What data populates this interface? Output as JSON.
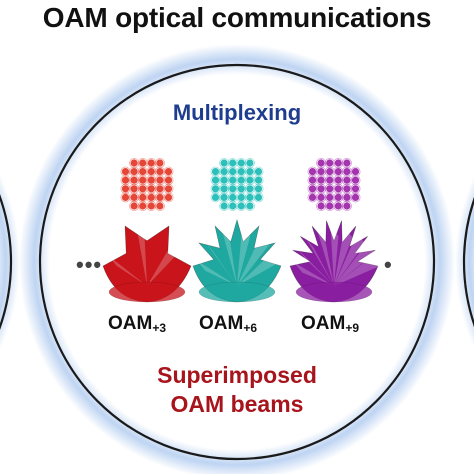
{
  "header": {
    "title": "OAM optical communications"
  },
  "section": {
    "title": "Multiplexing"
  },
  "modes": [
    {
      "label": "OAM",
      "order": "+3",
      "color": "#e23222",
      "beam_color": "#c8141a"
    },
    {
      "label": "OAM",
      "order": "+6",
      "color": "#16b9b3",
      "beam_color": "#1fa8a0"
    },
    {
      "label": "OAM",
      "order": "+9",
      "color": "#9b1fa6",
      "beam_color": "#8a1ea0"
    }
  ],
  "caption": {
    "line1": "Superimposed",
    "line2": "OAM beams"
  },
  "ellipsis": {
    "left": "•••",
    "right": "•"
  },
  "colors": {
    "ring": "#1a1a1a",
    "glow": "#a9c6ee",
    "heading": "#1f3d8f",
    "caption": "#a8141c"
  }
}
